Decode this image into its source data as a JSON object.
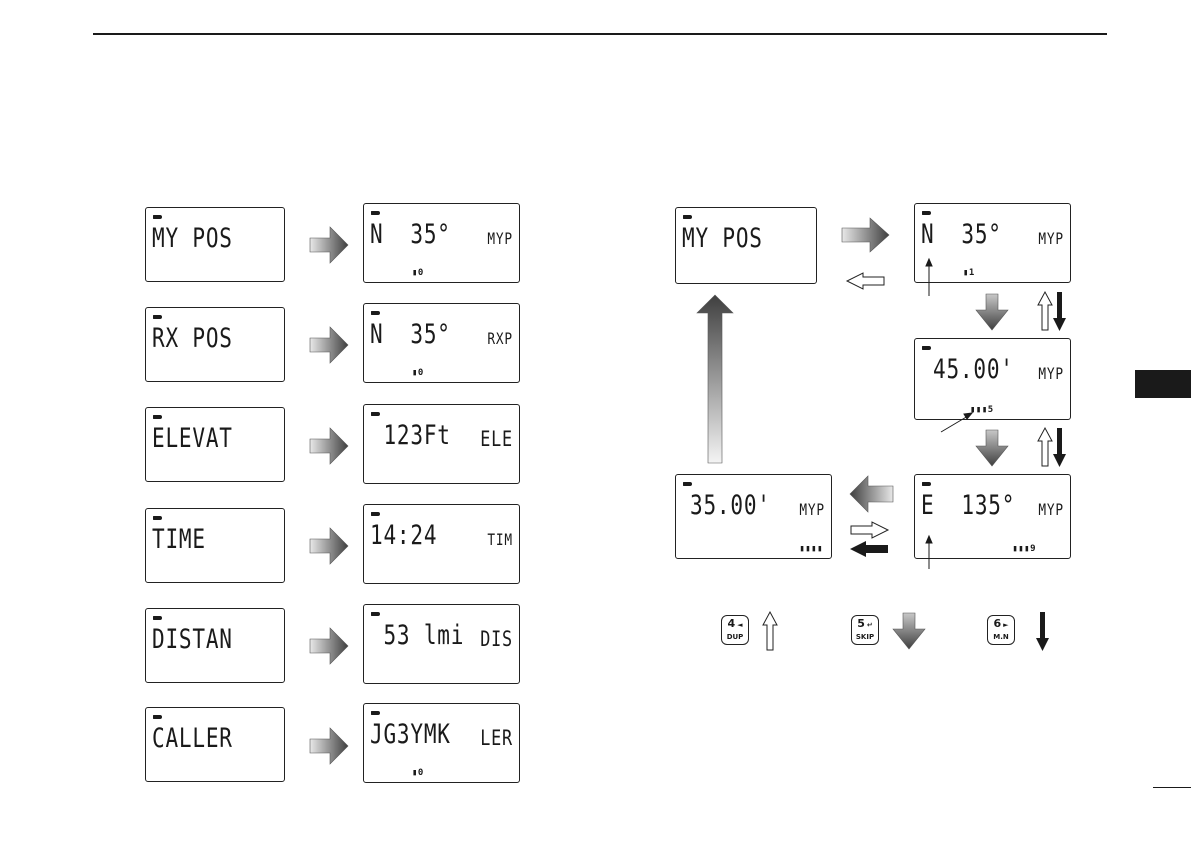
{
  "left_column": [
    {
      "menu": {
        "main": "MY POS"
      },
      "result": {
        "main": "N  35°",
        "unit": "MYP",
        "sub": "▮0"
      }
    },
    {
      "menu": {
        "main": "RX POS"
      },
      "result": {
        "main": "N  35°",
        "unit": "RXP",
        "sub": "▮0"
      }
    },
    {
      "menu": {
        "main": "ELEVAT"
      },
      "result": {
        "main": " 123Ft",
        "unit": "ELE"
      }
    },
    {
      "menu": {
        "main": "TIME"
      },
      "result": {
        "main": "14:24",
        "unit": "TIM"
      }
    },
    {
      "menu": {
        "main": "DISTAN"
      },
      "result": {
        "main": " 53 lmi",
        "unit": "DIS"
      }
    },
    {
      "menu": {
        "main": "CALLER"
      },
      "result": {
        "main": "JG3YMK",
        "unit": "LER",
        "sub": "▮0"
      }
    }
  ],
  "right_flow": {
    "start": {
      "main": "MY POS"
    },
    "north": {
      "main": "N  35°",
      "unit": "MYP",
      "sub": "▮1"
    },
    "lat_min": {
      "main": "45.00'",
      "unit": "MYP",
      "sub": "▮▮▮5"
    },
    "east": {
      "main": "E  135°",
      "unit": "MYP",
      "sub": "▮▮▮9"
    },
    "lon_min": {
      "main": "35.00'",
      "unit": "MYP",
      "sub": "▮▮▮▮"
    }
  },
  "legend": {
    "key_4": {
      "number": "4",
      "arrow": "◄",
      "label": "DUP"
    },
    "key_5": {
      "number": "5",
      "arrow": "↵",
      "label": "SKIP"
    },
    "key_6": {
      "number": "6",
      "arrow": "►",
      "label": "M.N"
    }
  },
  "colors": {
    "ink": "#1a1a1a",
    "arrow_fill_dark": "#505050",
    "arrow_fill_light": "#e8e8e8"
  }
}
